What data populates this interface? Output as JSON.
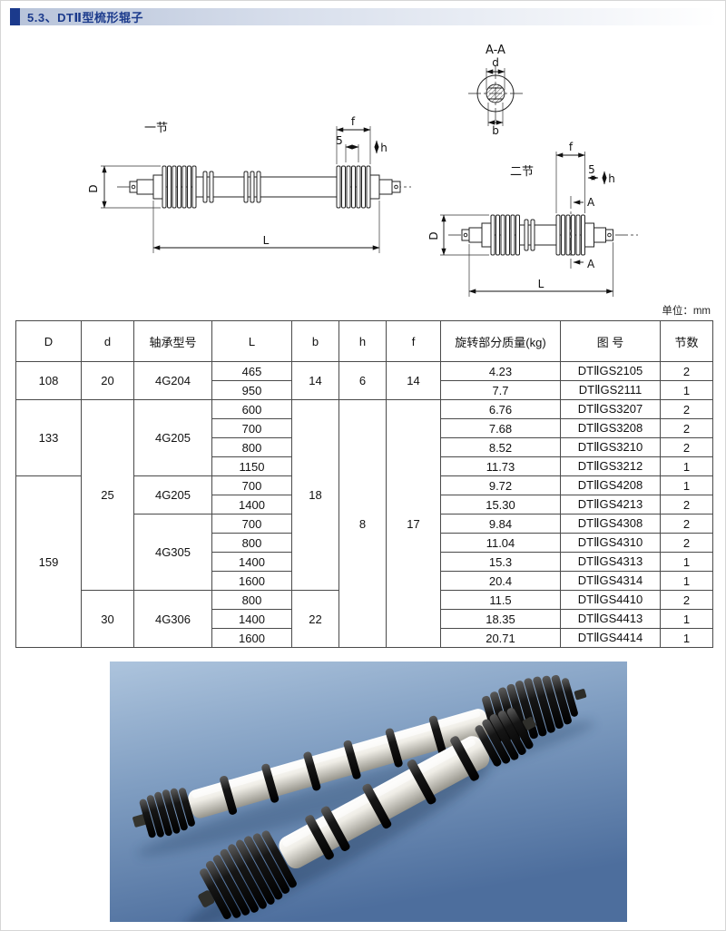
{
  "header": {
    "title": "5.3、DTⅡ型梳形辊子"
  },
  "unit_note": "单位：mm",
  "drawings": {
    "label_one_section": "一节",
    "label_two_section": "二节",
    "label_section_view": "A-A",
    "label_A": "A",
    "dim_D": "D",
    "dim_d": "d",
    "dim_L": "L",
    "dim_b": "b",
    "dim_h": "h",
    "dim_f": "f",
    "dim_5": "5"
  },
  "table": {
    "headers": [
      "D",
      "d",
      "轴承型号",
      "L",
      "b",
      "h",
      "f",
      "旋转部分质量(kg)",
      "图 号",
      "节数"
    ],
    "rows": [
      [
        {
          "t": "108",
          "rs": 2
        },
        {
          "t": "20",
          "rs": 2
        },
        {
          "t": "4G204",
          "rs": 2
        },
        {
          "t": "465"
        },
        {
          "t": "14",
          "rs": 2
        },
        {
          "t": "6",
          "rs": 2
        },
        {
          "t": "14",
          "rs": 2
        },
        {
          "t": "4.23"
        },
        {
          "t": "DTⅡGS2105"
        },
        {
          "t": "2"
        }
      ],
      [
        {
          "t": "950"
        },
        {
          "t": "7.7"
        },
        {
          "t": "DTⅡGS2111"
        },
        {
          "t": "1"
        }
      ],
      [
        {
          "t": "133",
          "rs": 4
        },
        {
          "t": "25",
          "rs": 10
        },
        {
          "t": "4G205",
          "rs": 4
        },
        {
          "t": "600"
        },
        {
          "t": "18",
          "rs": 10
        },
        {
          "t": "8",
          "rs": 13
        },
        {
          "t": "17",
          "rs": 13
        },
        {
          "t": "6.76"
        },
        {
          "t": "DTⅡGS3207"
        },
        {
          "t": "2"
        }
      ],
      [
        {
          "t": "700"
        },
        {
          "t": "7.68"
        },
        {
          "t": "DTⅡGS3208"
        },
        {
          "t": "2"
        }
      ],
      [
        {
          "t": "800"
        },
        {
          "t": "8.52"
        },
        {
          "t": "DTⅡGS3210"
        },
        {
          "t": "2"
        }
      ],
      [
        {
          "t": "1150"
        },
        {
          "t": "11.73"
        },
        {
          "t": "DTⅡGS3212"
        },
        {
          "t": "1"
        }
      ],
      [
        {
          "t": "159",
          "rs": 9
        },
        {
          "t": "4G205",
          "rs": 2
        },
        {
          "t": "700"
        },
        {
          "t": "9.72"
        },
        {
          "t": "DTⅡGS4208"
        },
        {
          "t": "1"
        }
      ],
      [
        {
          "t": "1400"
        },
        {
          "t": "15.30"
        },
        {
          "t": "DTⅡGS4213"
        },
        {
          "t": "2"
        }
      ],
      [
        {
          "t": "4G305",
          "rs": 4
        },
        {
          "t": "700"
        },
        {
          "t": "9.84"
        },
        {
          "t": "DTⅡGS4308"
        },
        {
          "t": "2"
        }
      ],
      [
        {
          "t": "800"
        },
        {
          "t": "11.04"
        },
        {
          "t": "DTⅡGS4310"
        },
        {
          "t": "2"
        }
      ],
      [
        {
          "t": "1400"
        },
        {
          "t": "15.3"
        },
        {
          "t": "DTⅡGS4313"
        },
        {
          "t": "1"
        }
      ],
      [
        {
          "t": "1600"
        },
        {
          "t": "20.4"
        },
        {
          "t": "DTⅡGS4314"
        },
        {
          "t": "1"
        }
      ],
      [
        {
          "t": "30",
          "rs": 3
        },
        {
          "t": "4G306",
          "rs": 3
        },
        {
          "t": "800"
        },
        {
          "t": "22",
          "rs": 3
        },
        {
          "t": "11.5"
        },
        {
          "t": "DTⅡGS4410"
        },
        {
          "t": "2"
        }
      ],
      [
        {
          "t": "1400"
        },
        {
          "t": "18.35"
        },
        {
          "t": "DTⅡGS4413"
        },
        {
          "t": "1"
        }
      ],
      [
        {
          "t": "1600"
        },
        {
          "t": "20.71"
        },
        {
          "t": "DTⅡGS4414"
        },
        {
          "t": "1"
        }
      ]
    ]
  },
  "colors": {
    "header_accent": "#1b3a8c",
    "photo_bg_top": "#adc4dd",
    "photo_bg_bottom": "#4d6e9d",
    "table_border": "#4a4a4a"
  }
}
